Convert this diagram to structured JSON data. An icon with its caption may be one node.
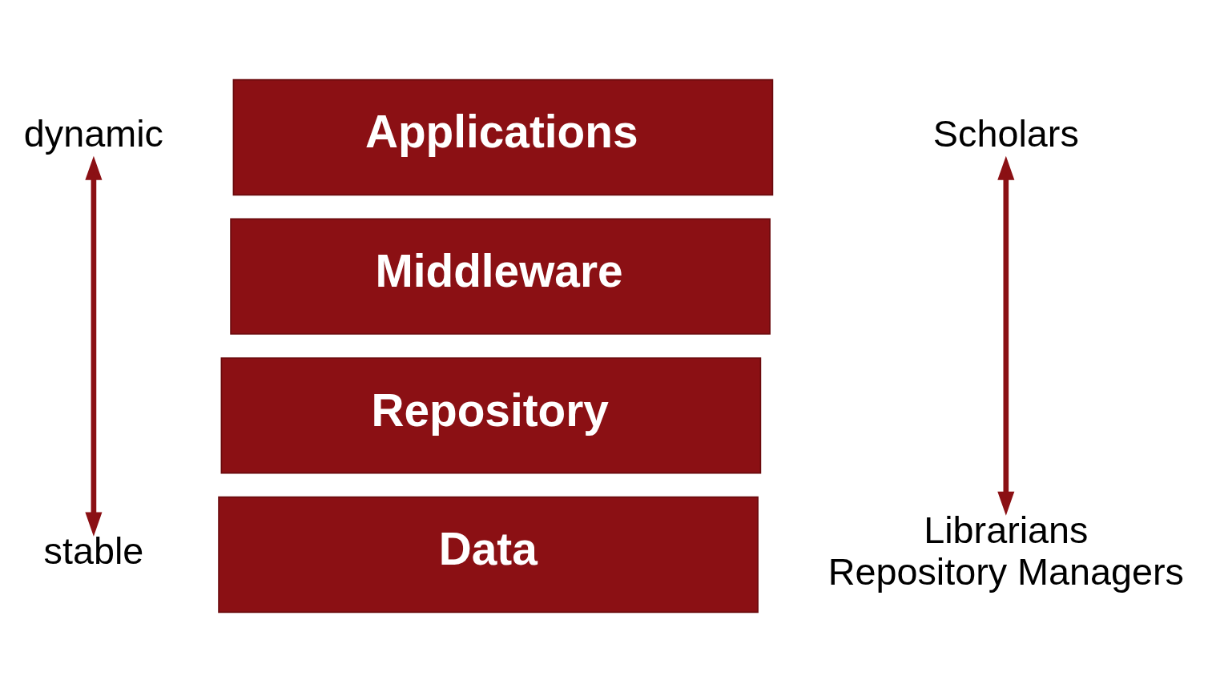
{
  "diagram": {
    "nodes": [
      {
        "text": [
          "dynamic"
        ]
      },
      {
        "text": [
          "Scholars"
        ]
      },
      {
        "text": [
          "Applications"
        ]
      },
      {
        "text": [
          "Middleware"
        ]
      },
      {
        "text": [
          "Repository"
        ]
      },
      {
        "text": [
          "Data"
        ]
      },
      {
        "text": [
          "stable"
        ]
      },
      {
        "text": [
          "Librarians",
          "Repository Managers"
        ]
      }
    ],
    "edges": [
      {
        "from": 0,
        "to": 6,
        "arrow": "both"
      },
      {
        "from": 1,
        "to": 7,
        "arrow": "both"
      }
    ]
  }
}
